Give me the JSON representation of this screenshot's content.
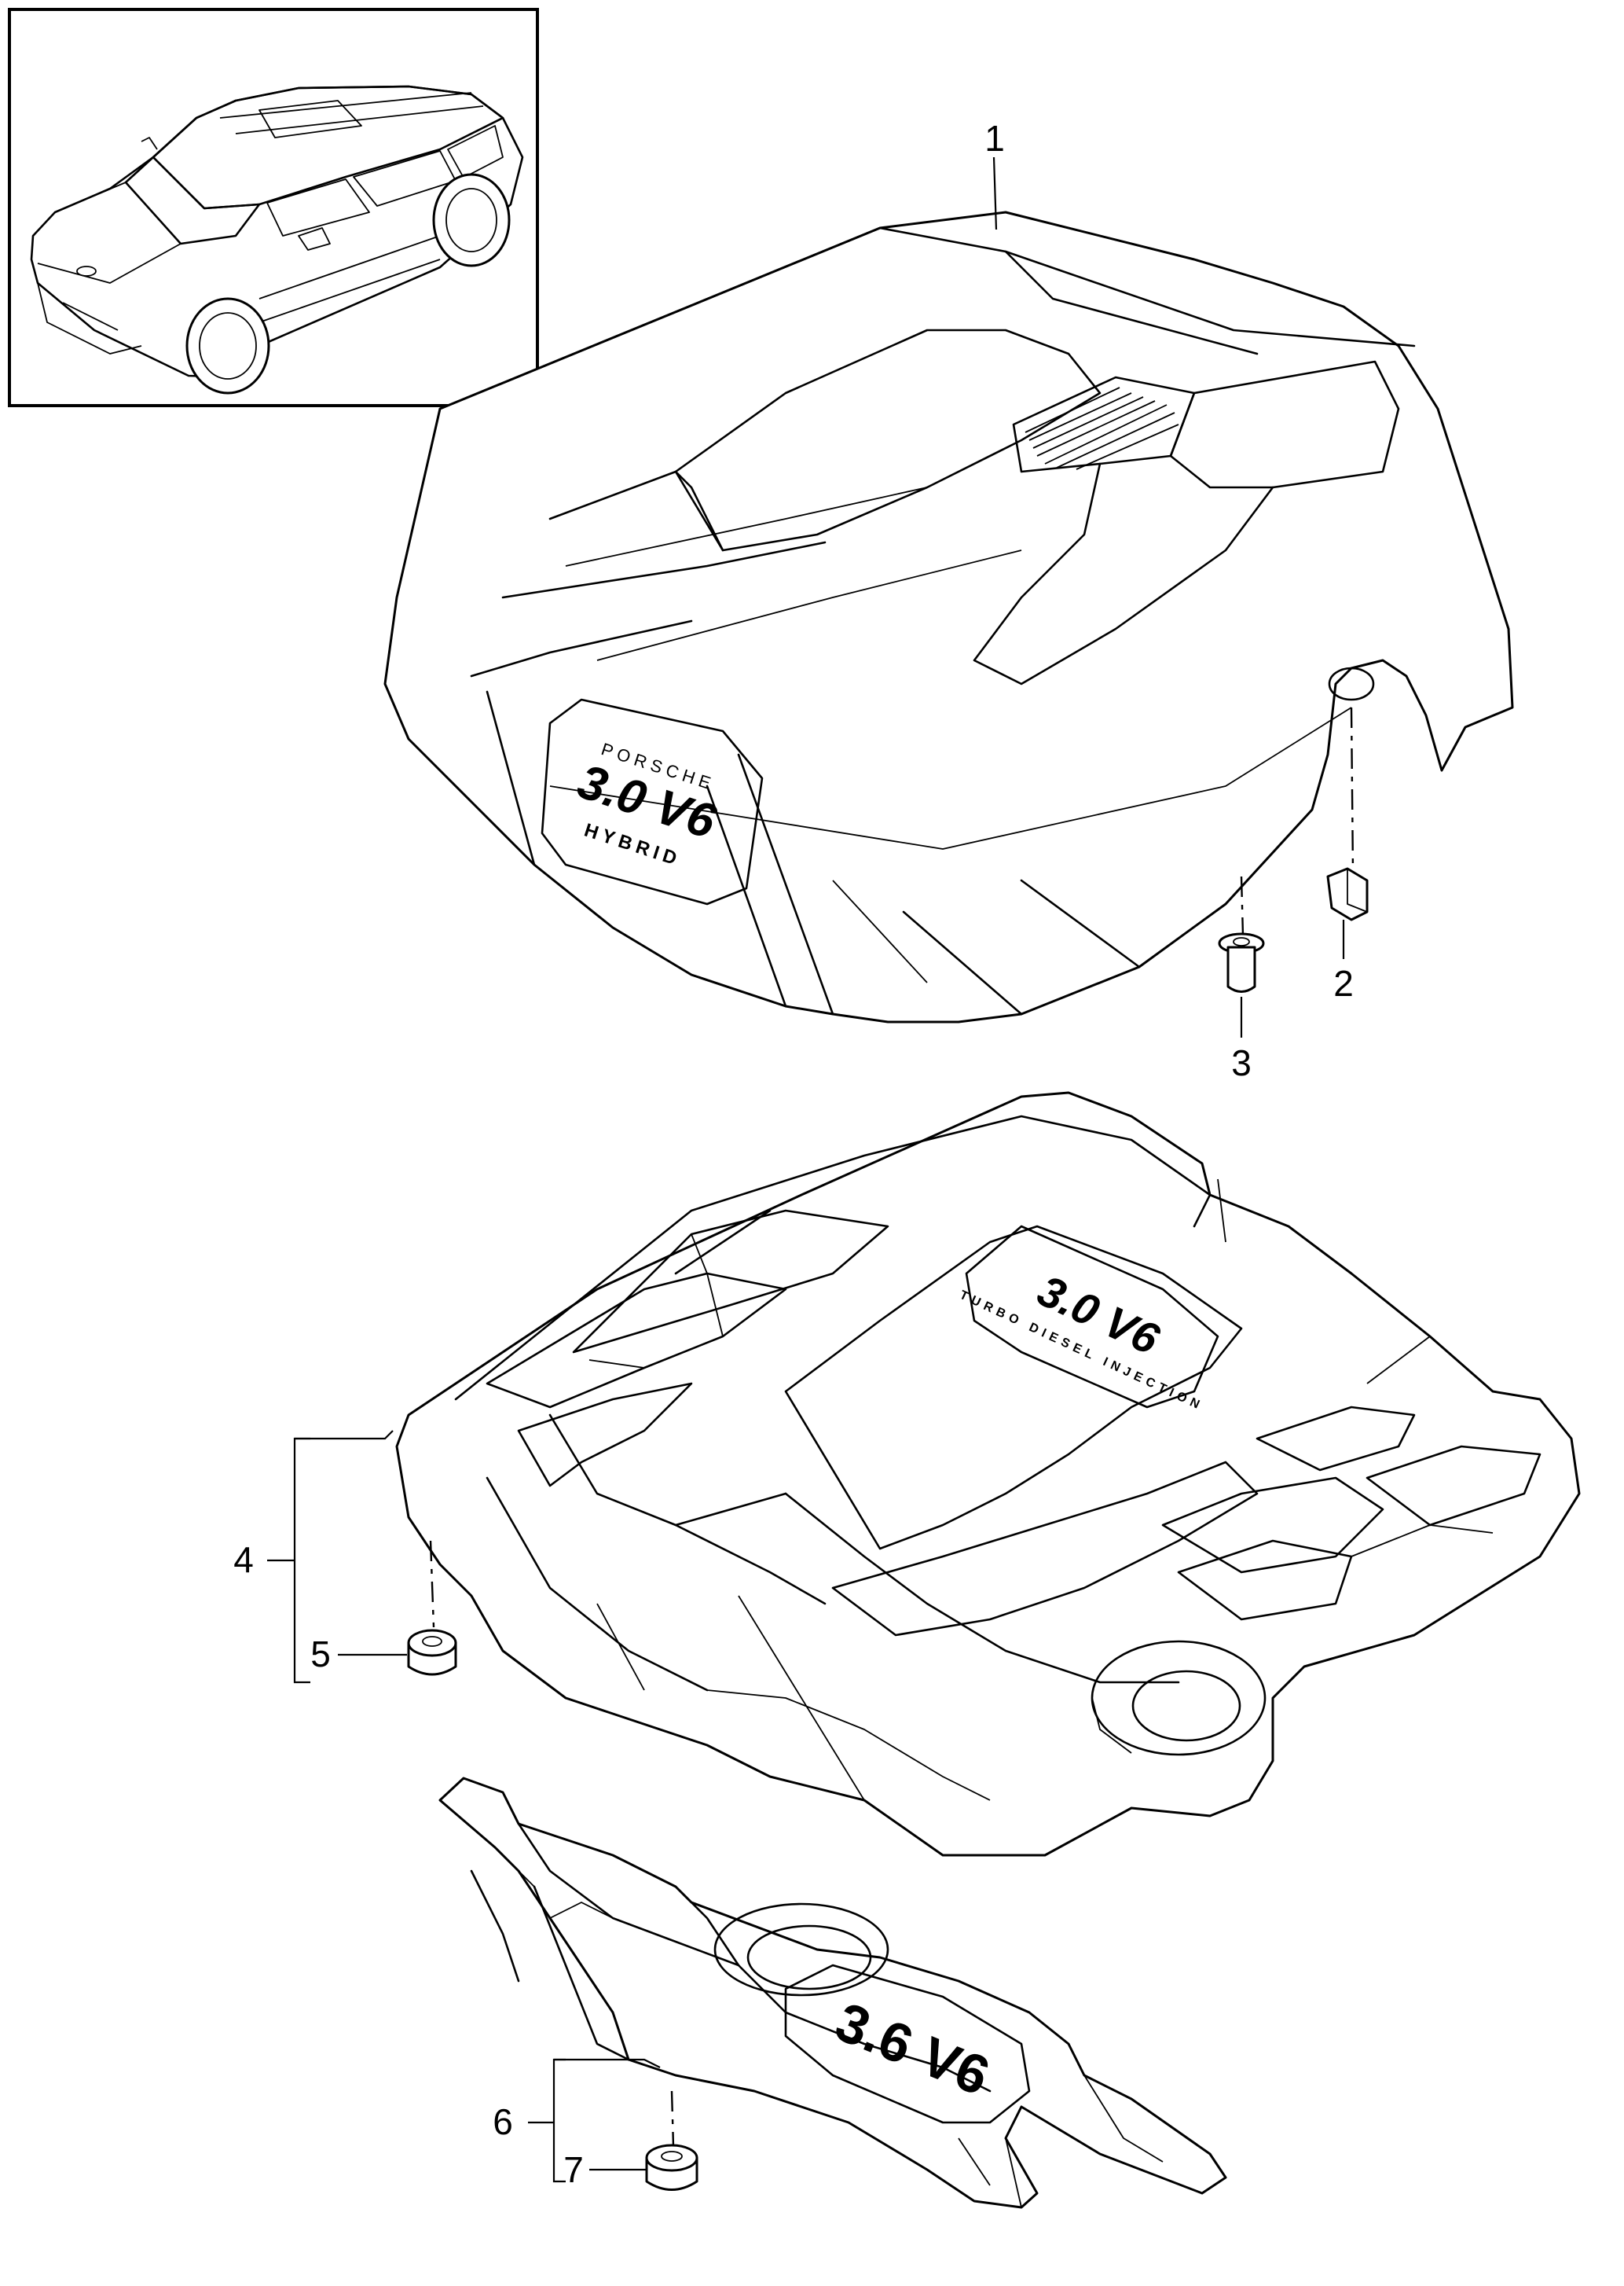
{
  "diagram": {
    "callouts": [
      {
        "id": "1",
        "label": "1"
      },
      {
        "id": "2",
        "label": "2"
      },
      {
        "id": "3",
        "label": "3"
      },
      {
        "id": "4",
        "label": "4"
      },
      {
        "id": "5",
        "label": "5"
      },
      {
        "id": "6",
        "label": "6"
      },
      {
        "id": "7",
        "label": "7"
      }
    ],
    "emblems": {
      "hybrid_cover": {
        "brand": "PORSCHE",
        "engine": "3.0 V6",
        "variant": "HYBRID"
      },
      "diesel_cover": {
        "engine": "3.0 V6",
        "variant": "TURBO DIESEL INJECTION"
      },
      "v6_cover": {
        "engine": "3.6 V6"
      }
    },
    "thumbnail": {
      "icon": "car-icon"
    }
  }
}
